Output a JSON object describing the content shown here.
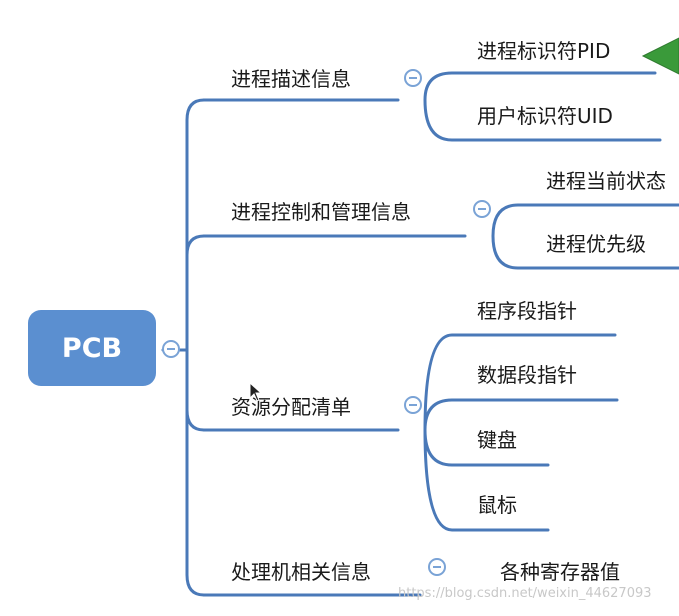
{
  "root": {
    "label": "PCB"
  },
  "branches": [
    {
      "label": "进程描述信息",
      "children": [
        "进程标识符PID",
        "用户标识符UID"
      ]
    },
    {
      "label": "进程控制和管理信息",
      "children": [
        "进程当前状态",
        "进程优先级"
      ]
    },
    {
      "label": "资源分配清单",
      "children": [
        "程序段指针",
        "数据段指针",
        "键盘",
        "鼠标"
      ]
    },
    {
      "label": "处理机相关信息",
      "children": [
        "各种寄存器值"
      ]
    }
  ],
  "watermark": "https://blog.csdn.net/weixin_44627093",
  "colors": {
    "line": "#4a79b8",
    "root_fill": "#5b8fd0",
    "callout": "#3a9a3a"
  }
}
